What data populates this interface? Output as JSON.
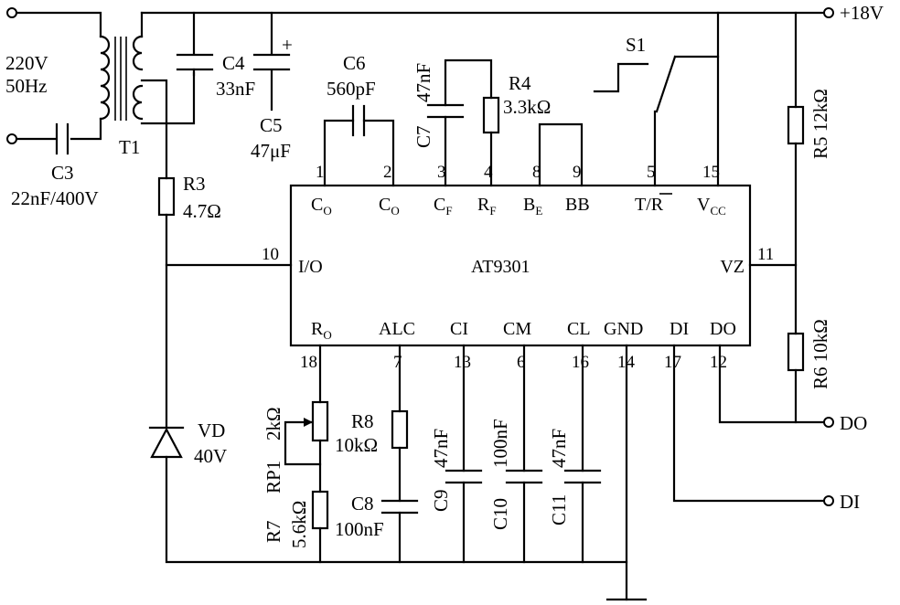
{
  "ic": {
    "name": "AT9301"
  },
  "pins": [
    {
      "num": "1",
      "name": "C",
      "sub": "O"
    },
    {
      "num": "2",
      "name": "C",
      "sub": "O"
    },
    {
      "num": "3",
      "name": "C",
      "sub": "F"
    },
    {
      "num": "4",
      "name": "R",
      "sub": "F"
    },
    {
      "num": "8",
      "name": "B",
      "sub": "E"
    },
    {
      "num": "9",
      "name": "BB",
      "sub": ""
    },
    {
      "num": "5",
      "name": "T/R",
      "sub": ""
    },
    {
      "num": "15",
      "name": "V",
      "sub": "CC"
    },
    {
      "num": "10",
      "name": "I/O",
      "sub": ""
    },
    {
      "num": "11",
      "name": "VZ",
      "sub": ""
    },
    {
      "num": "18",
      "name": "R",
      "sub": "O"
    },
    {
      "num": "7",
      "name": "ALC",
      "sub": ""
    },
    {
      "num": "13",
      "name": "CI",
      "sub": ""
    },
    {
      "num": "6",
      "name": "CM",
      "sub": ""
    },
    {
      "num": "16",
      "name": "CL",
      "sub": ""
    },
    {
      "num": "14",
      "name": "GND",
      "sub": ""
    },
    {
      "num": "17",
      "name": "DI",
      "sub": ""
    },
    {
      "num": "12",
      "name": "DO",
      "sub": ""
    }
  ],
  "components": {
    "mains": [
      "220V",
      "50Hz"
    ],
    "t1": "T1",
    "c3": {
      "ref": "C3",
      "value": "22nF/400V"
    },
    "c4": {
      "ref": "C4",
      "value": "33nF"
    },
    "c5": {
      "ref": "C5",
      "value": "47μF"
    },
    "c6": {
      "ref": "C6",
      "value": "560pF"
    },
    "c7": {
      "ref": "C7",
      "value": "47nF"
    },
    "r4": {
      "ref": "R4",
      "value": "3.3kΩ"
    },
    "s1": "S1",
    "r3": {
      "ref": "R3",
      "value": "4.7Ω"
    },
    "r5": {
      "ref": "R5",
      "value": "12kΩ"
    },
    "r6": {
      "ref": "R6",
      "value": "10kΩ"
    },
    "vd": {
      "ref": "VD",
      "value": "40V"
    },
    "rp1": {
      "ref": "RP1",
      "value": "2kΩ"
    },
    "r7": {
      "ref": "R7",
      "value": "5.6kΩ"
    },
    "r8": {
      "ref": "R8",
      "value": "10kΩ"
    },
    "c8": {
      "ref": "C8",
      "value": "100nF"
    },
    "c9": {
      "ref": "C9",
      "value": "47nF"
    },
    "c10": {
      "ref": "C10",
      "value": "100nF"
    },
    "c11": {
      "ref": "C11",
      "value": "47nF"
    }
  },
  "terminals": {
    "supply": "+18V",
    "do": "DO",
    "di": "DI"
  },
  "plus_sign": "+"
}
